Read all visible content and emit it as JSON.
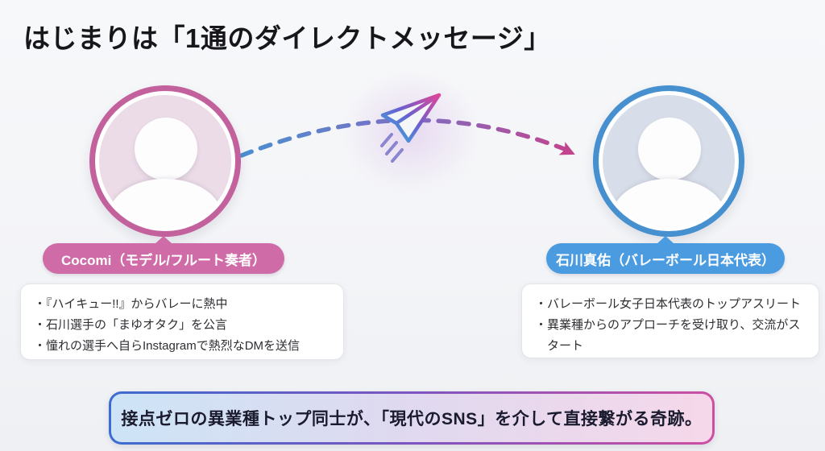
{
  "slide": {
    "title": "はじまりは「1通のダイレクトメッセージ」",
    "footer_text": "接点ゼロの異業種トップ同士が、「現代のSNS」を介して直接繋がる奇跡。"
  },
  "sender": {
    "name_label": "Cocomi（モデル/フルート奏者）",
    "bullets": [
      "・『ハイキュー!!』からバレーに熱中",
      "・石川選手の「まゆオタク」を公言",
      "・憧れの選手へ自らInstagramで熱烈なDMを送信"
    ]
  },
  "receiver": {
    "name_label": "石川真佑（バレーボール日本代表）",
    "bullets": [
      "・バレーボール女子日本代表のトップアスリート",
      "・異業種からのアプローチを受け取り、交流がスタート"
    ]
  },
  "icons": {
    "message": "paper-plane-icon",
    "sender_avatar": "person-silhouette-icon",
    "receiver_avatar": "person-silhouette-icon",
    "connection": "dashed-curved-arrow"
  },
  "colors": {
    "sender_accent": "#cf6ba6",
    "sender_ring": "#c2619c",
    "sender_avatar_fill": "#ecdce8",
    "receiver_accent": "#4a9bdf",
    "receiver_ring": "#4690cf",
    "receiver_avatar_fill": "#d8dee9",
    "arrow_gradient_start": "#4a8fd0",
    "arrow_gradient_end": "#c2448e",
    "plane_gradient_start": "#38b5dd",
    "plane_gradient_end": "#e0459a",
    "footer_border_start": "#3d6cd0",
    "footer_border_end": "#cc4fa2",
    "footer_bg_start": "#cde4f6",
    "footer_bg_end": "#f6d8ea"
  }
}
